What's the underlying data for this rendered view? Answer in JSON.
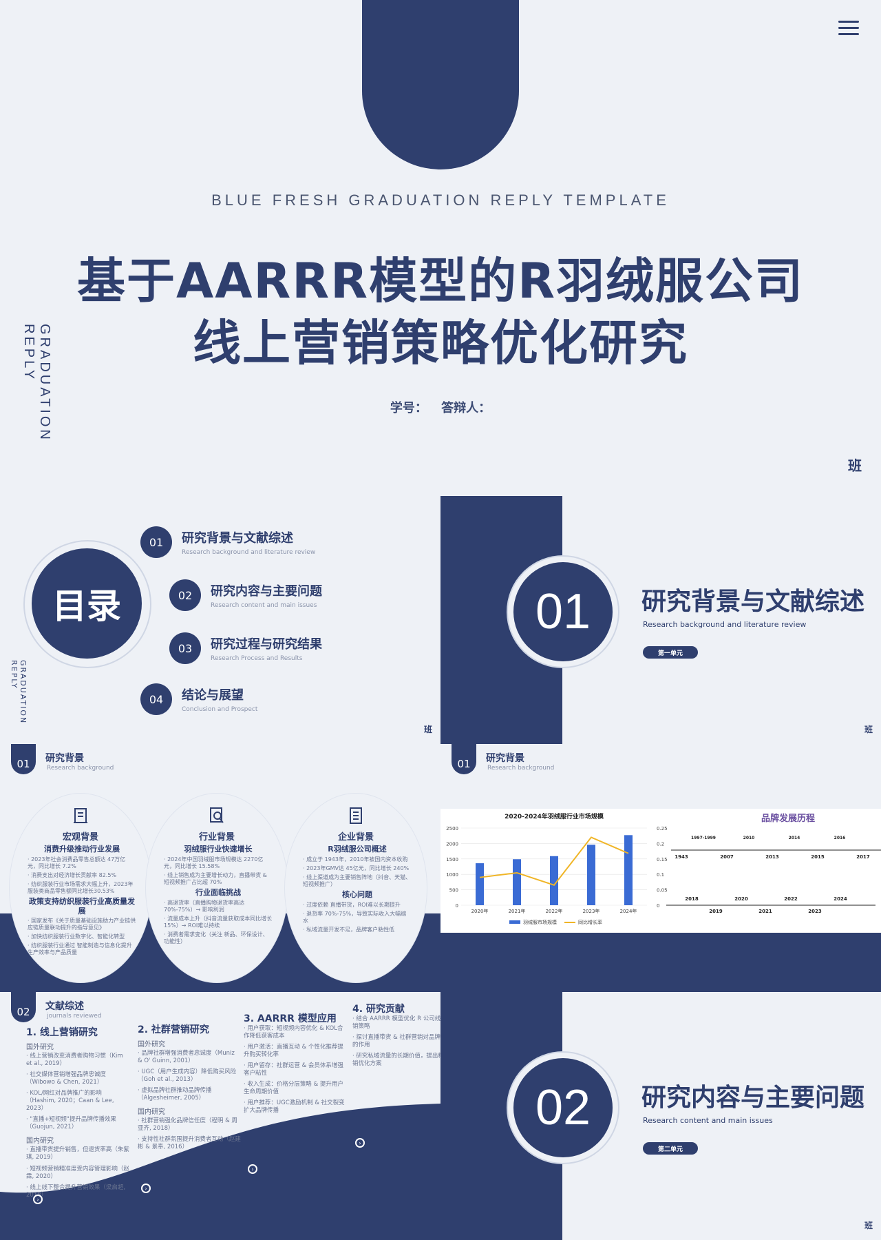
{
  "cover": {
    "eng_title": "BLUE FRESH GRADUATION REPLY TEMPLATE",
    "title_line1": "基于AARRR模型的R羽绒服公司",
    "title_line2": "线上营销策略优化研究",
    "student_info": "学号： 答辩人：",
    "vertical_text": "GRADUATION REPLY",
    "ban": "班"
  },
  "toc": {
    "title": "目录",
    "vertical_text": "GRADUATION REPLY",
    "ban": "班",
    "items": [
      {
        "num": "01",
        "cn": "研究背景与文献综述",
        "en": "Research background and literature review"
      },
      {
        "num": "02",
        "cn": "研究内容与主要问题",
        "en": "Research content and main issues"
      },
      {
        "num": "03",
        "cn": "研究过程与研究结果",
        "en": "Research Process and Results"
      },
      {
        "num": "04",
        "cn": "结论与展望",
        "en": "Conclusion and Prospect"
      }
    ]
  },
  "section1": {
    "num": "01",
    "cn": "研究背景与文献综述",
    "en": "Research background and literature review",
    "pill": "第一单元",
    "ban": "班"
  },
  "section2": {
    "num": "02",
    "cn": "研究内容与主要问题",
    "en": "Research content and main issues",
    "pill": "第二单元",
    "ban": "班"
  },
  "background": {
    "num": "01",
    "cn": "研究背景",
    "en": "Research background",
    "ovals": [
      {
        "title": "宏观背景",
        "icon": "document-icon",
        "groups": [
          {
            "sub": "消费升级推动行业发展",
            "items": [
              "2023年社会消费品零售总额达 47万亿元，同比增长 7.2%",
              "消费支出对经济增长贡献率 82.5%",
              "纺织服装行业市场需求大幅上升，2023年服装类商品零售额同比增长30.53%"
            ]
          },
          {
            "sub": "政策支持纺织服装行业高质量发展",
            "items": [
              "国家发布《关于质量基础设施助力产业链供应链质量联动提升的指导意见》",
              "加快纺织服装行业数字化、智能化转型",
              "纺织服装行业通过 智能制造与信息化提升生产效率与产品质量"
            ]
          }
        ]
      },
      {
        "title": "行业背景",
        "icon": "search-doc-icon",
        "groups": [
          {
            "sub": "羽绒服行业快速增长",
            "items": [
              "2024年中国羽绒服市场规模达 2270亿元，同比增长 15.58%",
              "线上销售成为主要增长动力，直播带货 & 短视频推广占比超 70%"
            ]
          },
          {
            "sub": "行业面临挑战",
            "items": [
              "高退货率（直播购物退货率高达 70%-75%）→ 影响利润",
              "流量成本上升（抖音流量获取成本同比增长 15%）→ ROI难以持续",
              "消费者需求变化（关注 新品、环保设计、功能性）"
            ]
          }
        ]
      },
      {
        "title": "企业背景",
        "icon": "list-icon",
        "groups": [
          {
            "sub": "R羽绒服公司概述",
            "items": [
              "成立于 1943年，2010年被国内资本收购",
              "2023年GMV达 45亿元，同比增长 240%",
              "线上渠道成为主要销售阵地（抖音、天猫、短视频推广）"
            ]
          },
          {
            "sub": "核心问题",
            "items": [
              "过度依赖 直播带货，ROI难以长期提升",
              "退货率 70%-75%，导致实际收入大幅缩水",
              "私域流量开发不足，品牌客户粘性低"
            ]
          }
        ]
      }
    ]
  },
  "chart_data": [
    {
      "type": "bar",
      "title": "2020-2024年羽绒服行业市场规模",
      "categories": [
        "2020年",
        "2021年",
        "2022年",
        "2023年",
        "2024年"
      ],
      "series": [
        {
          "name": "羽绒服市场规模",
          "type": "bar",
          "axis": "left",
          "values": [
            1360,
            1490,
            1590,
            1960,
            2270
          ]
        },
        {
          "name": "同比增长率",
          "type": "line",
          "axis": "right",
          "values": [
            0.09,
            0.105,
            0.065,
            0.22,
            0.168
          ]
        }
      ],
      "ylim": [
        0,
        2500
      ],
      "yticks": [
        0,
        500,
        1000,
        1500,
        2000,
        2500
      ],
      "y2lim": [
        0,
        0.25
      ],
      "y2ticks": [
        "0",
        "0.05",
        "0.1",
        "0.15",
        "0.2",
        "0.25"
      ],
      "bar_color": "#3a6bd4",
      "line_color": "#f0b526",
      "legend": "bottom"
    }
  ],
  "timeline": {
    "title": "品牌发展历程",
    "above": [
      {
        "year": "1943",
        "range": "1997-1999"
      },
      {
        "year": "2007",
        "range": "2010"
      },
      {
        "year": "2013",
        "range": "2014"
      },
      {
        "year": "2015",
        "range": "2016"
      },
      {
        "year": "2017",
        "range": ""
      }
    ],
    "below": [
      "2018",
      "2020",
      "2022",
      "2024"
    ],
    "below2": [
      "2019",
      "2021",
      "2023"
    ]
  },
  "literature": {
    "num": "02",
    "cn": "文献综述",
    "en": "journals reviewed",
    "columns": [
      {
        "title": "1. 线上营销研究",
        "groups": [
          {
            "sub": "国外研究",
            "items": [
              "线上营销改变消费者购物习惯（Kim et al., 2019）",
              "社交媒体营销增强品牌忠诚度（Wibowo & Chen, 2021）",
              "KOL/网红对品牌推广的影响（Hashim, 2020；Caan & Lee, 2023）",
              "\"直播+短视频\"提升品牌传播效果（Guojun, 2021）"
            ]
          },
          {
            "sub": "国内研究",
            "items": [
              "直播带货提升销售，但退货率高（朱紫琪, 2019）",
              "短视频营销精准度受内容管理影响（赵霖, 2020）",
              "线上线下整合提升营销效果（梁启超, 2018）"
            ]
          }
        ]
      },
      {
        "title": "2. 社群营销研究",
        "groups": [
          {
            "sub": "国外研究",
            "items": [
              "品牌社群增强消费者忠诚度（Muniz & O' Guinn, 2001）",
              "UGC（用户生成内容）降低购买风险（Goh et al., 2013）",
              "虚拟品牌社群推动品牌传播（Algesheimer, 2005）"
            ]
          },
          {
            "sub": "国内研究",
            "items": [
              "社群营销强化品牌信任度（程明 & 周亚齐, 2018）",
              "支持性社群氛围提升消费者互动（赵建彬 & 景奉, 2016）"
            ]
          }
        ]
      },
      {
        "title": "3. AARRR 模型应用",
        "groups": [
          {
            "sub": "",
            "items": [
              "用户获取：短视频内容优化 & KOL合作降低获客成本",
              "用户激活：直播互动 & 个性化推荐提升购买转化率",
              "用户留存：社群运营 & 会员体系增强客户粘性",
              "收入生成：价格分层策略 & 提升用户生命周期价值",
              "用户推荐：UGC激励机制 & 社交裂变扩大品牌传播"
            ]
          }
        ]
      },
      {
        "title": "4. 研究贡献",
        "groups": [
          {
            "sub": "",
            "items": [
              "结合 AARRR 模型优化 R 公司线上营销策略",
              "探讨直播带货 & 社群营销对品牌成长的作用",
              "研究私域流量的长期价值，提出精准营销优化方案"
            ]
          }
        ]
      }
    ]
  },
  "colors": {
    "navy": "#2f3f6e",
    "bg": "#eef1f6"
  }
}
